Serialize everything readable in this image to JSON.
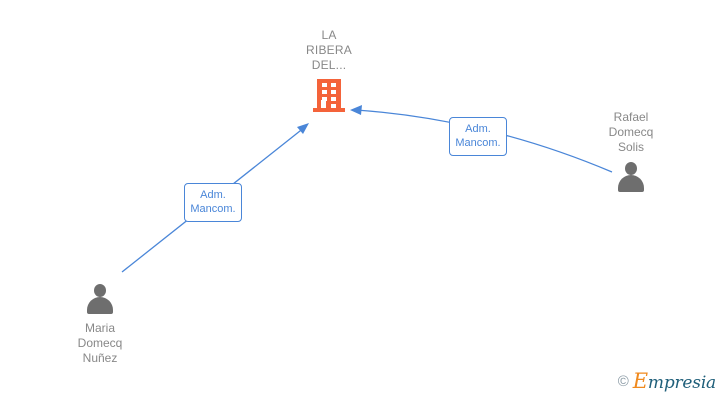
{
  "graph": {
    "company": {
      "name": "LA\nRIBERA\nDEL...",
      "icon": "building-icon",
      "color": "#f4633a"
    },
    "persons": [
      {
        "name": "Rafael\nDomecq\nSolis",
        "icon": "person-icon",
        "color": "#6e6e6e"
      },
      {
        "name": "Maria\nDomecq\nNuñez",
        "icon": "person-icon",
        "color": "#6e6e6e"
      }
    ],
    "edges": [
      {
        "label": "Adm.\nMancom.",
        "from": "Maria Domecq Nuñez",
        "to": "LA RIBERA DEL...",
        "color": "#4a86d8"
      },
      {
        "label": "Adm.\nMancom.",
        "from": "Rafael Domecq Solis",
        "to": "LA RIBERA DEL...",
        "color": "#4a86d8"
      }
    ]
  },
  "watermark": {
    "copyright": "©",
    "brand_initial": "E",
    "brand_rest": "mpresia"
  }
}
